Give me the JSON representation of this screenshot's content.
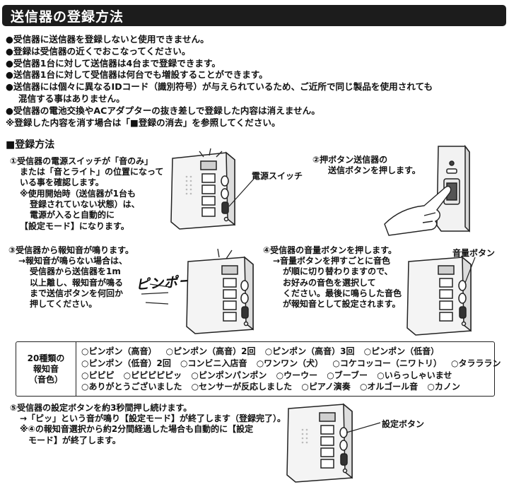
{
  "title": "送信器の登録方法",
  "rules": [
    "●受信器に送信器を登録しないと使用できません。",
    "●登録は受信器の近くでおこなってください。",
    "●受信器1台に対して送信器は4台まで登録できます。",
    "●送信器1台に対して受信器は何台でも増設することができます。",
    "●送信器には個々に異なるIDコード（識別符号）が与えられているため、ご近所で同じ製品を使用されても",
    "混信する事はありません。",
    "●受信器の電池交換やACアダプターの抜き差しで登録した内容は消えません。",
    "※登録した内容を消す場合は「■登録の消去」を参照してください。"
  ],
  "section_title": "■登録方法",
  "step1": {
    "lines": [
      "①受信器の電源スイッチが「音のみ」",
      "または「音とライト」の位置になって",
      "いる事を確認します。"
    ],
    "note": [
      "※使用開始時（送信器が1台も",
      "登録されていない状態）は、",
      "電源が入ると自動的に",
      "【設定モード】になります。"
    ],
    "callout": "電源スイッチ"
  },
  "step2": {
    "lines": [
      "②押ボタン送信器の",
      "送信ボタンを押します。"
    ]
  },
  "step3": {
    "lines": [
      "③受信器から報知音が鳴ります。",
      "→報知音が鳴らない場合は、",
      "受信器から送信器を1m",
      "以上離し、報知音が鳴る",
      "まで送信ボタンを何回か",
      "押してください。"
    ],
    "sound": "ピンポーン"
  },
  "step4": {
    "lines": [
      "④受信器の音量ボタンを押します。",
      "→音量ボタンを押すごとに音色",
      "が順に切り替わりますので、",
      "お好みの音色を選択して",
      "ください。最後に鳴らした音色",
      "が報知音として設定されます。"
    ],
    "callout": "音量ボタン"
  },
  "melodies": {
    "header": [
      "20種類の",
      "報知音",
      "（音色）"
    ],
    "rows": [
      [
        "○ピンポン（高音）",
        "○ピンポン（高音）2回",
        "○ピンポン（高音）3回",
        "○ピンポン（低音）"
      ],
      [
        "○ピンポン（低音）2回",
        "○コンビニ入店音",
        "○ワンワン（犬）",
        "○コケコッコー（ニワトリ）",
        "○タラララン"
      ],
      [
        "○ピピピ",
        "○ピピピピピッ",
        "○ピンポンパンポン",
        "○ウーウー",
        "○ブーブー",
        "○いらっしゃいませ"
      ],
      [
        "○ありがとうございました",
        "○センサーが反応しました",
        "○ピアノ演奏",
        "○オルゴール音",
        "○カノン"
      ]
    ]
  },
  "step5": {
    "lines": [
      "⑤受信器の設定ボタンを約3秒間押し続けます。",
      "→「ピッ」という音が鳴り【設定モード】が終了します（登録完了）。",
      "※④の報知音選択から約2分間経過した場合も自動的に【設定",
      "モード】が終了します。"
    ],
    "callout": "設定ボタン"
  },
  "colors": {
    "title_bg": "#1c1c1c",
    "title_text": "#ffffff",
    "ink": "#111111"
  }
}
